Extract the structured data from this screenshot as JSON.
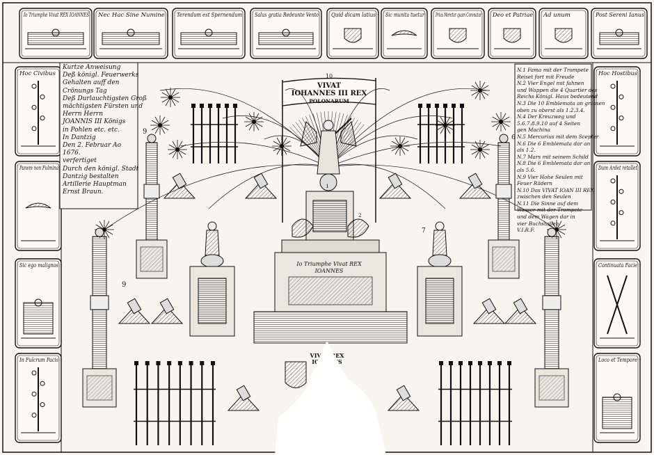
{
  "top_panels": [
    {
      "caption": "Io Triumphe Vivat REX IOANNES",
      "icon": "triumph-chariot"
    },
    {
      "caption": "Nec Hac Sine Numine",
      "icon": "figures-scene"
    },
    {
      "caption": "Terendum est Spernendum",
      "icon": "ground-scene"
    },
    {
      "caption": "Salus gratia Redeunte Vento",
      "icon": "city-view"
    },
    {
      "caption": "Quid dicam latius",
      "icon": "shield-crest"
    },
    {
      "caption": "Sic munita tuetur",
      "icon": "eagle-emblem"
    },
    {
      "caption": "Prius Meretur quam Coronatur",
      "icon": "crowned-wreath"
    },
    {
      "caption": "Deo et Patriae",
      "icon": "altar-emblem"
    },
    {
      "caption": "Ad unum",
      "icon": "arms-emblem"
    },
    {
      "caption": "Post Sereni Ianus",
      "icon": "landscape-scene"
    }
  ],
  "left_panels": [
    {
      "caption": "Hoc Civibus",
      "icon": "tree-emblem"
    },
    {
      "caption": "Panem non Fulmina",
      "icon": "eagle-emblem"
    },
    {
      "caption": "Sic ego malignos",
      "icon": "hercules-emblem"
    },
    {
      "caption": "In Fulcrum Pacis",
      "icon": "column-emblem"
    }
  ],
  "right_panels": [
    {
      "caption": "Hoc Hostibus",
      "icon": "sword-emblem"
    },
    {
      "caption": "Dum Ardet retollet",
      "icon": "torch-emblem"
    },
    {
      "caption": "Continuata Facie",
      "icon": "crossed-torches"
    },
    {
      "caption": "Loco et Tempore",
      "icon": "town-scene"
    }
  ],
  "left_text": [
    "Kurtze Anweisung",
    "Deß königl. Feuerwerks",
    "Gehalten auff den",
    "Crönungs Tag",
    "Deß Durlauchtigsten Groß",
    "mächtigsten Fürsten und",
    "Herrn Herrn",
    "JOANNIS III Königs",
    "in Pohlen etc. etc.",
    "In Dantzig",
    "Den 2. Februar Ao",
    "1676.",
    "verfertiget",
    "Durch den königl. Stadt",
    "Dantzig bestalten",
    "Artillerie Hauptman",
    "Ernst Braun."
  ],
  "right_text": [
    "N.1 Fama mit der Trompete",
    "Reiset fort mit Freude",
    "N.2 Vier Engel mit fahnen",
    "und Wappen die 4 Quartier des",
    "Reichs Königl. Haus bedeutend",
    "N.3 Die 10 Emblemata an grossen",
    "oben zu oberst als 1.2.3.4.",
    "N.4 Der Kreuzweg und",
    "5.6.7.8.9.10 auf 4 Seiten",
    "gen Machina",
    "N.5 Mercurius mit dem Scepter",
    "N.6 Die 6 Emblemata dar an",
    "als 1.2.",
    "N.7 Mars mit seinem Schild",
    "N.8 Die 6 Emblemata dar an",
    "als 5.6.",
    "N.9 Vier Hohe Seulen mit",
    "Feuer Rädern",
    "N.10 Das VIVAT IOAN III REX",
    "zwischen den Seulen",
    "N.11 Die Sinne auf dem",
    "Wasser mit der Trompete",
    "und dem Wagen dar in",
    "vier Buchstaben",
    "V.I.R.F."
  ],
  "banner": {
    "number": "10",
    "line1": "VIVAT",
    "line2": "IOHANNES III REX",
    "line3": "POLONARUM"
  },
  "chariot_banner": {
    "line1": "Io Triumphe Vivat REX",
    "line2": "IOANNES"
  },
  "lower_banner": {
    "line1": "VIVAT REX",
    "line2": "IOANNES"
  },
  "numbers": {
    "n1": "1",
    "n2": "2",
    "n9a": "9",
    "n9b": "9",
    "n7": "7",
    "n6": "6"
  },
  "colors": {
    "ink": "#111111",
    "paper": "#f7f5ef",
    "shade": "#c9c5bb"
  }
}
